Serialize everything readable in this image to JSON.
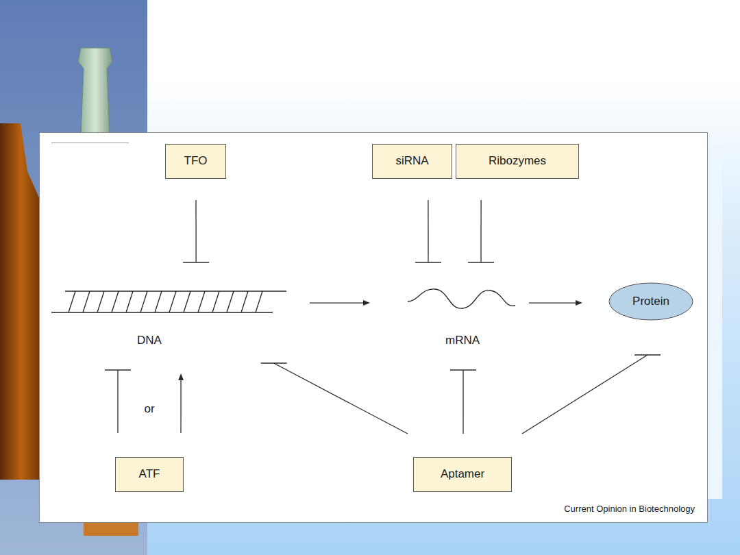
{
  "diagram": {
    "nodes": [
      {
        "text": [
          "TFO"
        ]
      },
      {
        "text": [
          "siRNA"
        ]
      },
      {
        "text": [
          "Ribozymes"
        ]
      },
      {
        "text": [
          "DNA"
        ]
      },
      {
        "text": [
          "mRNA"
        ]
      },
      {
        "text": [
          "Protein"
        ]
      },
      {
        "text": [
          "ATF"
        ]
      },
      {
        "text": [
          "Aptamer"
        ]
      }
    ],
    "edges": [
      {
        "from": 0,
        "to": 3,
        "arrow": "to"
      },
      {
        "from": 1,
        "to": 4,
        "arrow": "to"
      },
      {
        "from": 2,
        "to": 4,
        "arrow": "to"
      },
      {
        "from": 3,
        "to": 4,
        "arrow": "to"
      },
      {
        "from": 4,
        "to": 5,
        "arrow": "to"
      },
      {
        "from": 6,
        "to": 3,
        "arrow": "to"
      },
      {
        "from": 6,
        "to": 3,
        "arrow": "to"
      },
      {
        "from": 7,
        "to": 3,
        "arrow": "to"
      },
      {
        "from": 7,
        "to": 4,
        "arrow": "to"
      },
      {
        "from": 7,
        "to": 5,
        "arrow": "to"
      }
    ],
    "labels": [
      "or",
      "Current Opinion in Biotechnology"
    ]
  }
}
